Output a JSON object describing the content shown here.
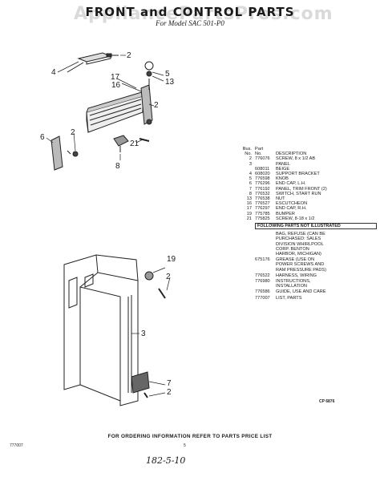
{
  "watermark": "AppliancePartsPros.com",
  "title": "FRONT and CONTROL PARTS",
  "subtitle": "For Model SAC 501-P0",
  "table": {
    "header_no": "Illus.\nNo.",
    "header_part": "Part\nNo.",
    "header_desc": "DESCRIPTION",
    "rows": [
      {
        "no": "2",
        "part": "776076",
        "desc": "SCREW, 8 x 1/2 AB"
      },
      {
        "no": "3",
        "part": "",
        "desc": "PANEL"
      },
      {
        "no": "",
        "part": "608011",
        "desc": "BEIGE"
      },
      {
        "no": "4",
        "part": "608020",
        "desc": "SUPPORT BRACKET"
      },
      {
        "no": "5",
        "part": "776598",
        "desc": "KNOB"
      },
      {
        "no": "6",
        "part": "776296",
        "desc": "END CAP, L.H."
      },
      {
        "no": "7",
        "part": "776192",
        "desc": "PANEL, TRIM FRONT (2)"
      },
      {
        "no": "8",
        "part": "776532",
        "desc": "SWITCH, START RUN"
      },
      {
        "no": "13",
        "part": "776538",
        "desc": "NUT"
      },
      {
        "no": "16",
        "part": "776527",
        "desc": "ESCUTCHEON"
      },
      {
        "no": "17",
        "part": "776297",
        "desc": "END CAP, R.H."
      },
      {
        "no": "19",
        "part": "775785",
        "desc": "BUMPER"
      },
      {
        "no": "21",
        "part": "775825",
        "desc": "SCREW, 8-18 x 1/2"
      }
    ],
    "banner": "FOLLOWING PARTS NOT ILLUSTRATED",
    "rows2": [
      {
        "part": "",
        "desc": "BAG, REFUSE (CAN BE PURCHASED: SALES DIVISION WHIRLPOOL CORP. BENTON HARBOR, MICHIGAN)"
      },
      {
        "part": "675176",
        "desc": "GREASE (USE ON POWER SCREWS AND RAM PRESSURE PADS)"
      },
      {
        "part": "776522",
        "desc": "HARNESS, WIRING"
      },
      {
        "part": "776980",
        "desc": "INSTRUCTIONS, INSTALLATION"
      },
      {
        "part": "776586",
        "desc": "GUIDE, USE AND CARE"
      },
      {
        "part": "777007",
        "desc": "LIST, PARTS"
      }
    ]
  },
  "callouts_top": [
    "2",
    "4",
    "5",
    "13",
    "17",
    "16",
    "2",
    "21",
    "6",
    "2",
    "8"
  ],
  "callouts_bottom": [
    "19",
    "2",
    "3",
    "7",
    "2"
  ],
  "cp_code": "CP 6876",
  "footer": "FOR ORDERING INFORMATION REFER TO PARTS PRICE LIST",
  "doc_number": "777007",
  "page_number": "5",
  "handwriting": "182-5-10"
}
